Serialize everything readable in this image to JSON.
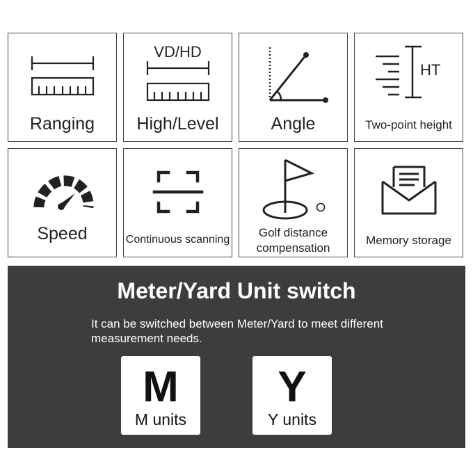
{
  "features": [
    {
      "label": "Ranging",
      "icon": "ranging-icon"
    },
    {
      "label": "High/Level",
      "icon": "high-level-icon",
      "icon_text": "VD/HD"
    },
    {
      "label": "Angle",
      "icon": "angle-icon"
    },
    {
      "label": "Two-point height",
      "icon": "two-point-height-icon",
      "icon_text": "HT"
    },
    {
      "label": "Speed",
      "icon": "speedometer-icon"
    },
    {
      "label": "Continuous scanning",
      "icon": "scan-frame-icon"
    },
    {
      "label_line1": "Golf distance",
      "label_line2": "compensation",
      "icon": "golf-flag-icon"
    },
    {
      "label": "Memory storage",
      "icon": "envelope-icon"
    }
  ],
  "unit_switch": {
    "title": "Meter/Yard Unit switch",
    "description": "It can be switched between Meter/Yard to meet different measurement needs.",
    "units": [
      {
        "letter": "M",
        "label": "M units"
      },
      {
        "letter": "Y",
        "label": "Y units"
      }
    ]
  },
  "colors": {
    "panel_background": "#3d3d3f",
    "icon_stroke": "#222222",
    "text_light": "#ffffff"
  }
}
